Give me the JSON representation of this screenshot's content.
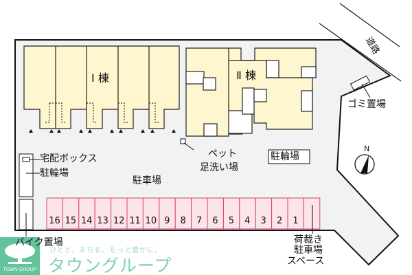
{
  "labels": {
    "building_1": "Ⅰ 棟",
    "building_2": "Ⅱ 棟",
    "road": "道路",
    "garbage": "ゴミ置場",
    "delivery_box": "宅配ボックス",
    "bicycle_parking_left": "駐輪場",
    "bicycle_parking_right": "駐輪場",
    "parking": "駐車場",
    "pet_wash": "ペット\n足洗い場",
    "pet_wash_line1": "ペット",
    "pet_wash_line2": "足洗い場",
    "motorbike": "バイク置場",
    "loading_line1": "荷裁き",
    "loading_line2": "駐車場",
    "loading_line3": "スペース",
    "north": "N"
  },
  "parking_spaces": [
    "16",
    "15",
    "14",
    "13",
    "12",
    "11",
    "10",
    "9",
    "8",
    "7",
    "6",
    "5",
    "4",
    "3",
    "2",
    "1",
    ""
  ],
  "logo": {
    "company_en": "TOWN GROUP",
    "tagline": "ひとと、まちを、もっと豊かに。",
    "company_ja": "タウングループ"
  },
  "colors": {
    "building": "#fdf6cf",
    "lot": "#f2f2f2",
    "parking_fill": "#fde3ea",
    "parking_stroke": "#d6465a",
    "brand": "#63c39b"
  },
  "icons": {
    "compass": "north-arrow-icon",
    "logo": "tree-icon"
  }
}
